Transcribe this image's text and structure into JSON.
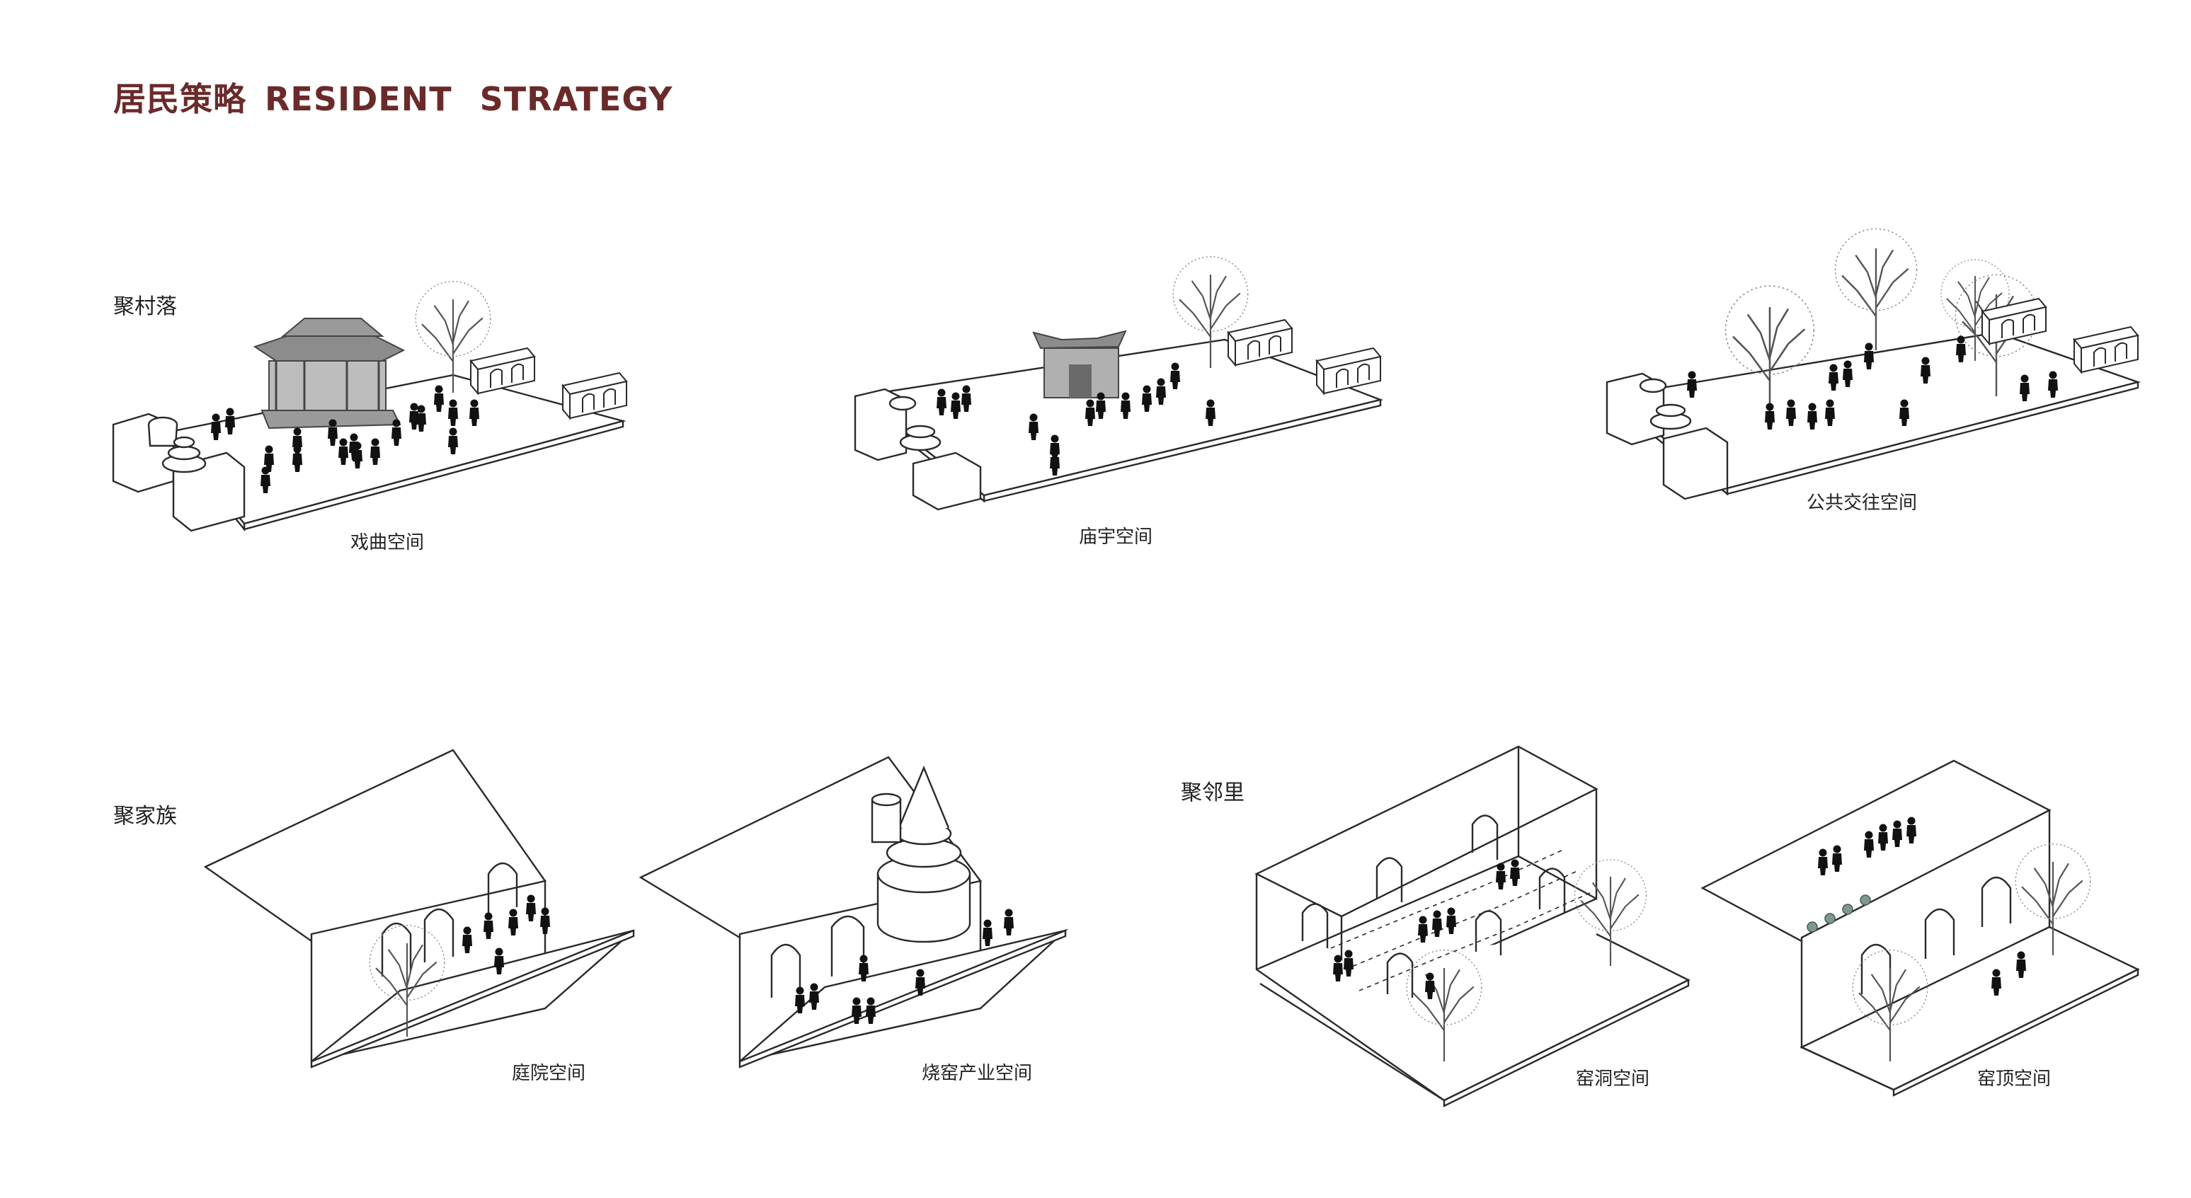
{
  "title": {
    "cn": "居民策略",
    "en": "RESIDENT   STRATEGY"
  },
  "sections": {
    "village": "聚村落",
    "family": "聚家族",
    "neighborhood": "聚邻里"
  },
  "captions": {
    "opera": "戏曲空间",
    "temple": "庙宇空间",
    "public": "公共交往空间",
    "courtyard": "庭院空间",
    "kiln": "烧窑产业空间",
    "cave": "窑洞空间",
    "roof": "窑顶空间"
  },
  "colors": {
    "title": "#6b2a2a",
    "line": "#2a2a2a",
    "figure": "#111111",
    "pavilion": "#8c8c8c",
    "tree": "#555555"
  }
}
